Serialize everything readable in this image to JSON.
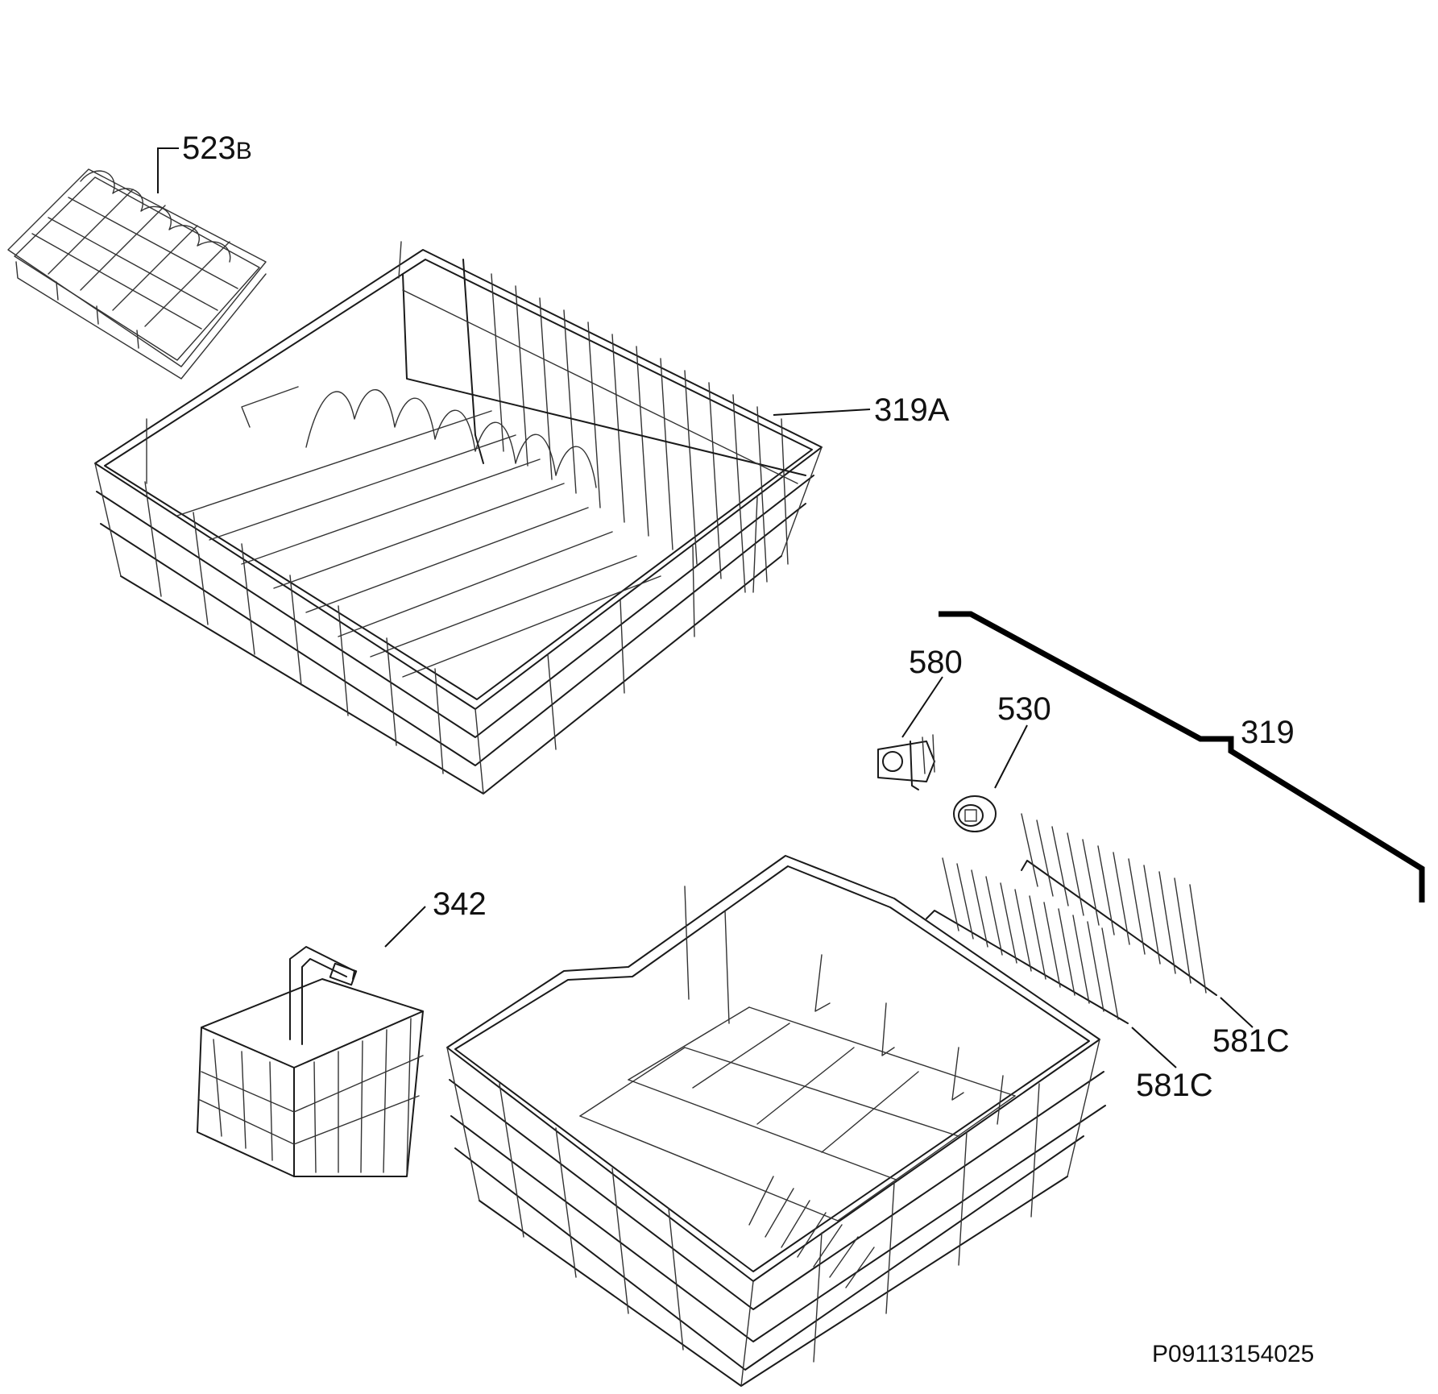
{
  "callouts": {
    "cutlery_tray": {
      "num": "523",
      "suffix": "B"
    },
    "upper_basket": "319A",
    "lower_basket": "319",
    "wheel_holder": "580",
    "wheel": "530",
    "cutlery_basket": "342",
    "plate_rack_front": "581C",
    "plate_rack_back": "581C"
  },
  "document_code": "P09113154025"
}
